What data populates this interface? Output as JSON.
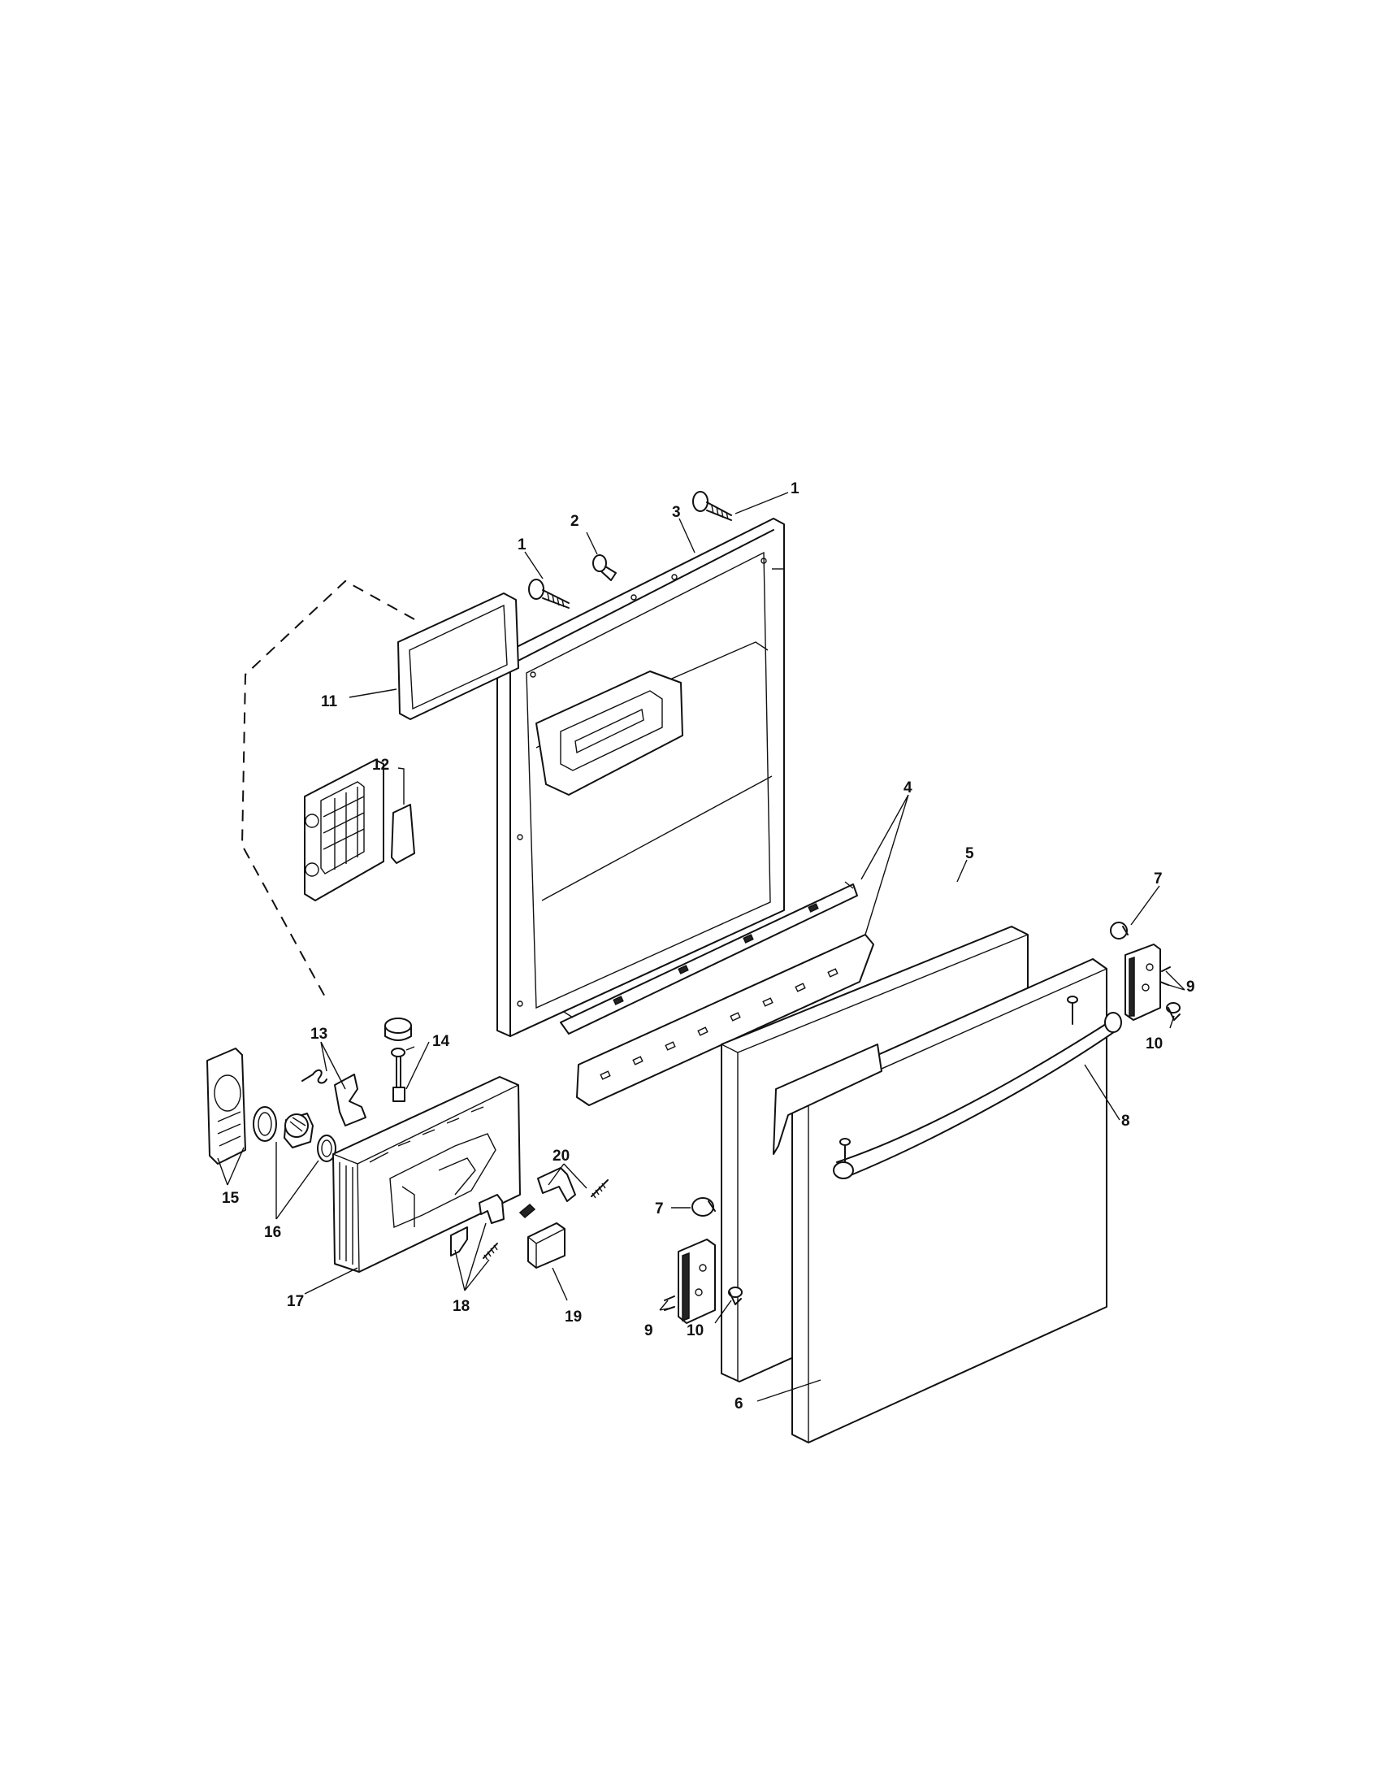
{
  "callouts": {
    "c1a": "1",
    "c1b": "1",
    "c2": "2",
    "c3": "3",
    "c4": "4",
    "c5": "5",
    "c6": "6",
    "c7a": "7",
    "c7b": "7",
    "c8": "8",
    "c9a": "9",
    "c9b": "9",
    "c10a": "10",
    "c10b": "10",
    "c11": "11",
    "c12": "12",
    "c13": "13",
    "c14": "14",
    "c15": "15",
    "c16": "16",
    "c17": "17",
    "c18": "18",
    "c19": "19",
    "c20": "20"
  }
}
